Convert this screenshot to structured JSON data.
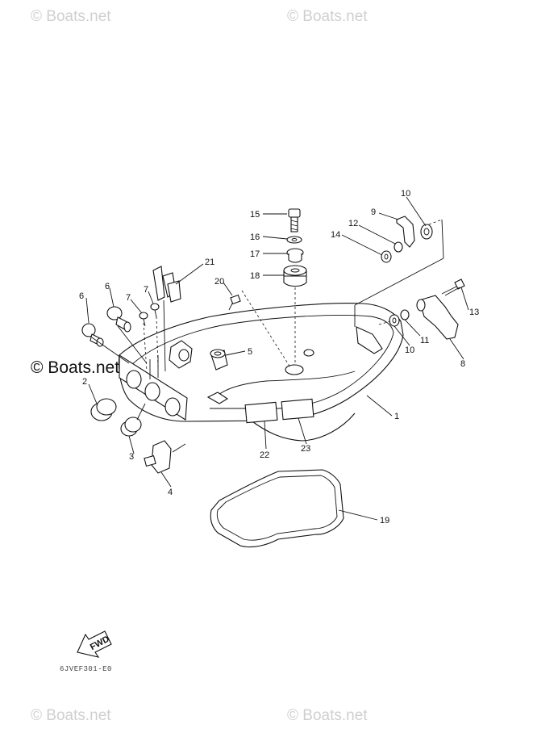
{
  "watermarks": {
    "top_left": "© Boats.net",
    "top_right": "© Boats.net",
    "middle_left": "© Boats.net",
    "bottom_left": "© Boats.net",
    "bottom_right": "© Boats.net"
  },
  "diagram_code": "6JVEF301-E0",
  "fwd_label": "FWD",
  "callouts": [
    "15",
    "16",
    "17",
    "18",
    "21",
    "20",
    "10",
    "9",
    "12",
    "14",
    "6",
    "7",
    "7",
    "6",
    "5",
    "13",
    "10",
    "11",
    "8",
    "1",
    "2",
    "3",
    "4",
    "22",
    "23",
    "19"
  ]
}
